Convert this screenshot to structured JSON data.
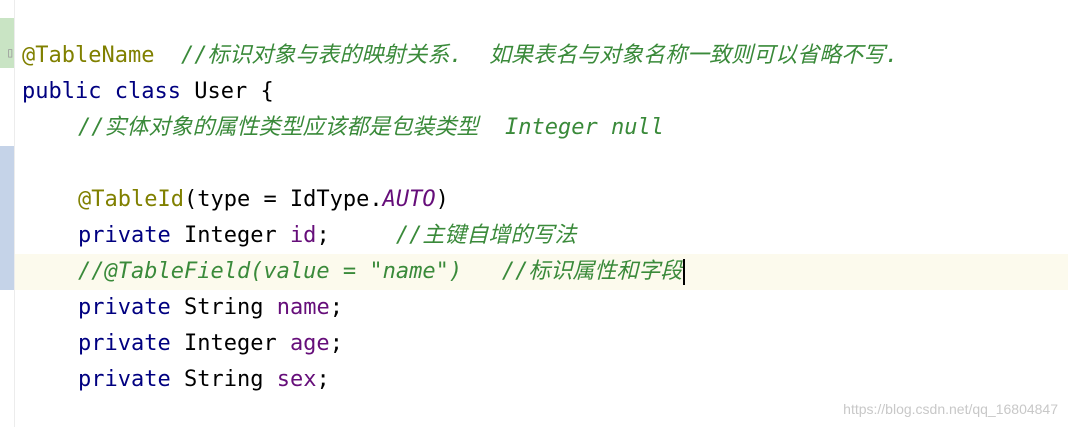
{
  "code": {
    "line1": {
      "annotation": "@TableName",
      "comment": "  //标识对象与表的映射关系.  如果表名与对象名称一致则可以省略不写."
    },
    "line2": {
      "kw_public": "public",
      "kw_class": "class",
      "class_name": "User {"
    },
    "line3": {
      "comment": "//实体对象的属性类型应该都是包装类型  Integer null"
    },
    "line5": {
      "annotation": "@TableId",
      "open": "(type = IdType.",
      "constant": "AUTO",
      "close": ")"
    },
    "line6": {
      "kw_private": "private",
      "type": "Integer",
      "field": "id",
      "semicolon": ";",
      "comment": "     //主键自增的写法"
    },
    "line7": {
      "comment": "//@TableField(value = \"name\")   //标识属性和字段"
    },
    "line8": {
      "kw_private": "private",
      "type": "String",
      "field": "name",
      "semicolon": ";"
    },
    "line9": {
      "kw_private": "private",
      "type": "Integer",
      "field": "age",
      "semicolon": ";"
    },
    "line10": {
      "kw_private": "private",
      "type": "String",
      "field": "sex",
      "semicolon": ";"
    }
  },
  "watermark": "https://blog.csdn.net/qq_16804847",
  "colors": {
    "annotation": "#808000",
    "keyword": "#000080",
    "field": "#660e7a",
    "comment": "#3a8a3a",
    "current_line": "#fcfaed"
  },
  "icons": {
    "fold": "fold-marker-icon"
  }
}
